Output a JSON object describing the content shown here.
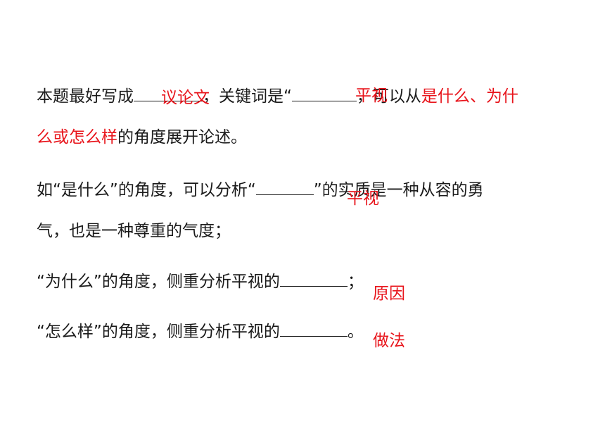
{
  "paragraph1": {
    "line1_a": "本题最好写成",
    "blank1_answer": "议论文",
    "line1_b": "，关键词是“",
    "blank2_answer": "平视",
    "line1_c": "，可以从",
    "line1_red": "是什么、为什",
    "line2_red": "么或怎么样",
    "line2_b": "的角度展开论述。"
  },
  "paragraph2": {
    "line1_a": "如“是什么”的角度，可以分析“",
    "blank_answer": "平视",
    "line1_b": "”的实质是一种从容的勇",
    "line2": "气，也是一种尊重的气度；"
  },
  "paragraph3": {
    "text": "“为什么”的角度，侧重分析平视的",
    "blank_answer": "原因",
    "end": "；"
  },
  "paragraph4": {
    "text": "“怎么样”的角度，侧重分析平视的",
    "blank_answer": "做法",
    "end": "。"
  }
}
